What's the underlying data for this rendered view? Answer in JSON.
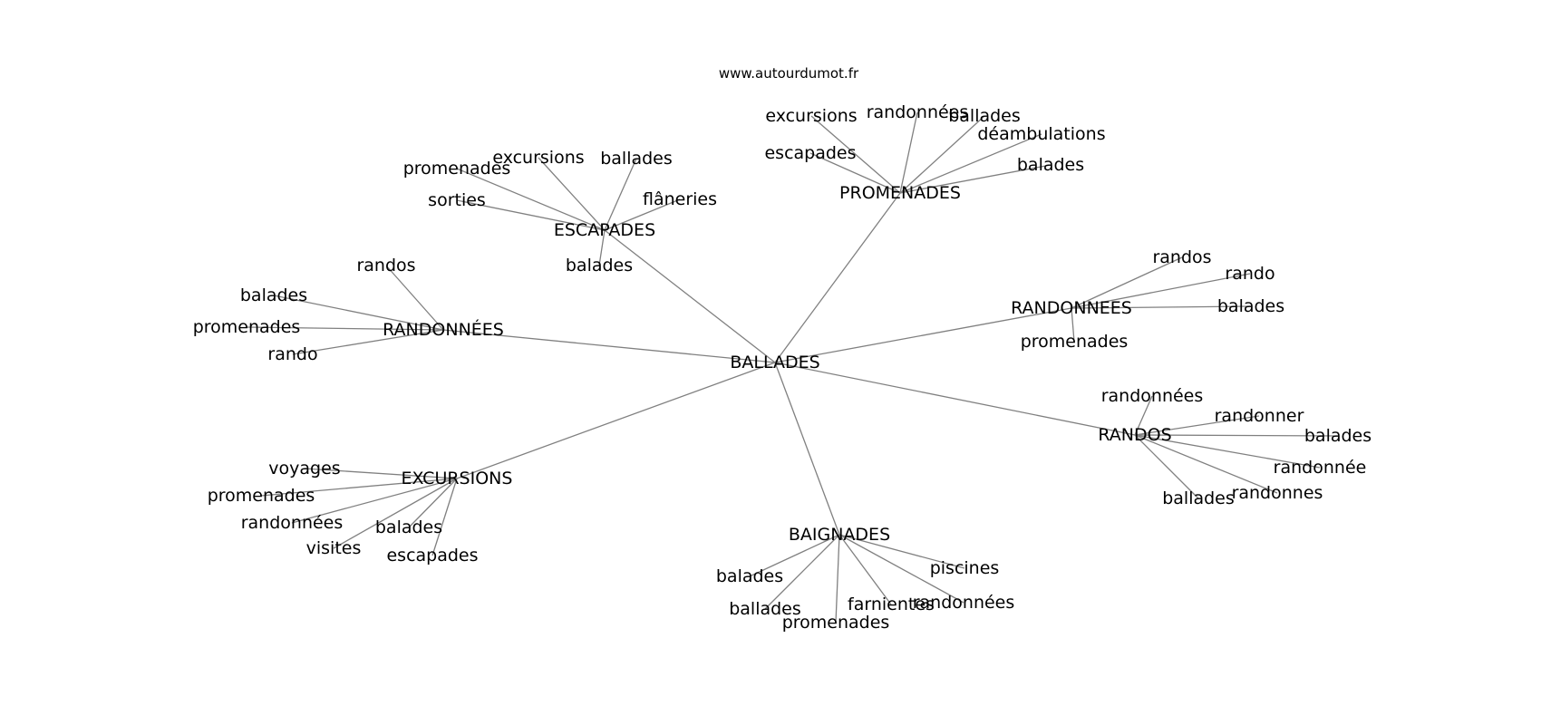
{
  "source": "www.autourdumot.fr",
  "graph": {
    "edge_color": "#808080",
    "center": "BALLADES",
    "clusters": [
      {
        "label": "ESCAPADES",
        "words": [
          "promenades",
          "excursions",
          "ballades",
          "flâneries",
          "sorties",
          "balades"
        ]
      },
      {
        "label": "PROMENADES",
        "words": [
          "excursions",
          "randonnées",
          "ballades",
          "déambulations",
          "escapades",
          "balades"
        ]
      },
      {
        "label": "RANDONNÉES",
        "words": [
          "randos",
          "balades",
          "promenades",
          "rando"
        ]
      },
      {
        "label": "RANDONNEES",
        "words": [
          "randos",
          "rando",
          "balades",
          "promenades"
        ]
      },
      {
        "label": "RANDOS",
        "words": [
          "randonnées",
          "randonner",
          "balades",
          "randonnée",
          "ballades",
          "randonnes"
        ]
      },
      {
        "label": "EXCURSIONS",
        "words": [
          "voyages",
          "promenades",
          "randonnées",
          "balades",
          "visites",
          "escapades"
        ]
      },
      {
        "label": "BAIGNADES",
        "words": [
          "balades",
          "piscines",
          "ballades",
          "farnientes",
          "randonnées",
          "promenades"
        ]
      }
    ]
  }
}
